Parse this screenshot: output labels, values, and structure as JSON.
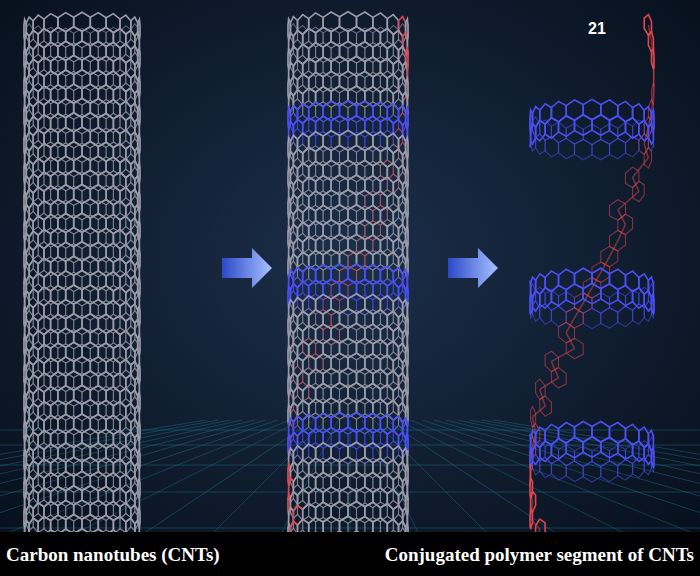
{
  "diagram": {
    "labels": [
      "21",
      "Carbon nanotubes (CNTs)",
      "Conjugated polymer segment of CNTs"
    ]
  }
}
